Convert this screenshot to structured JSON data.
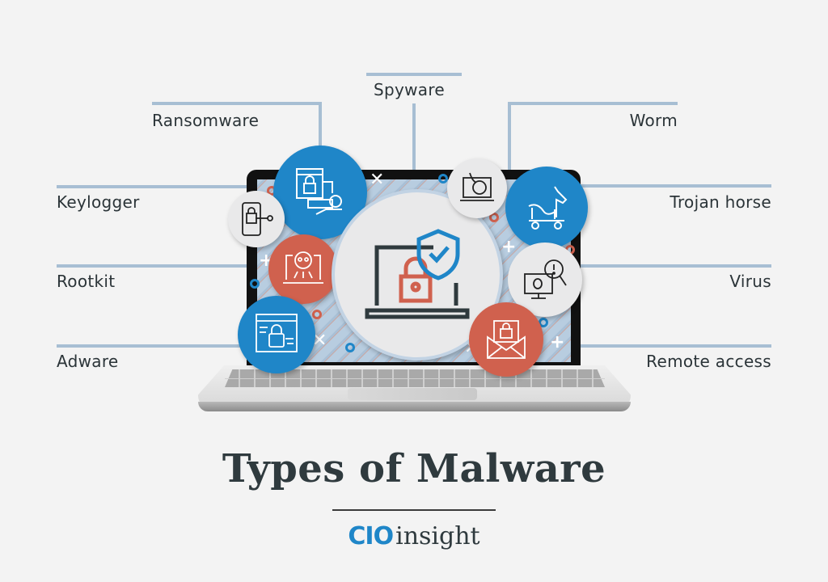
{
  "title": "Types of Malware",
  "brand": {
    "primary": "CIO",
    "secondary": "insight"
  },
  "left_labels": [
    {
      "id": "ransomware",
      "label": "Ransomware"
    },
    {
      "id": "keylogger",
      "label": "Keylogger"
    },
    {
      "id": "rootkit",
      "label": "Rootkit"
    },
    {
      "id": "adware",
      "label": "Adware"
    }
  ],
  "top_label": {
    "id": "spyware",
    "label": "Spyware"
  },
  "right_labels": [
    {
      "id": "worm",
      "label": "Worm"
    },
    {
      "id": "trojan",
      "label": "Trojan horse"
    },
    {
      "id": "virus",
      "label": "Virus"
    },
    {
      "id": "remote",
      "label": "Remote access"
    }
  ],
  "icons": {
    "center": "laptop-lock-shield-icon",
    "ransomware": "ransom-lock-money-icon",
    "keylogger": "phone-key-lock-icon",
    "rootkit": "skull-laptop-icon",
    "adware": "window-lock-icon",
    "spyware": "worm-laptop-icon",
    "trojan": "trojan-horse-icon",
    "virus": "bug-magnifier-icon",
    "remote": "envelope-lock-icon"
  },
  "colors": {
    "blue": "#1f86c8",
    "red": "#d0614e",
    "grey": "#e9e9ea",
    "line": "#a7bed3",
    "text": "#2b3438",
    "background": "#f3f3f3"
  }
}
